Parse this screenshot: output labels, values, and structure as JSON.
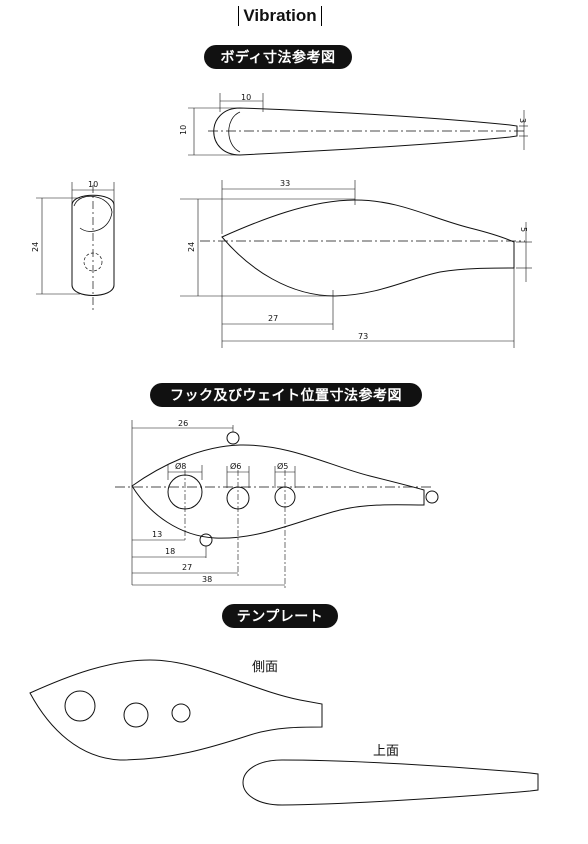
{
  "title": "Vibration",
  "sections": {
    "body_dims": "ボディ寸法参考図",
    "hook_weight": "フック及びウェイト位置寸法参考図",
    "template": "テンプレート"
  },
  "body_dims": {
    "top_view": {
      "length_nose": "10",
      "height": "10",
      "tail": "3"
    },
    "front_view": {
      "width": "10",
      "height": "24"
    },
    "side_view": {
      "top_peak": "33",
      "height": "24",
      "tail": "5",
      "bottom_low": "27",
      "total": "73"
    }
  },
  "hook_weight": {
    "hook_line_eye": "26",
    "hole1": "Ø8",
    "hole2": "Ø6",
    "hole3": "Ø5",
    "d13": "13",
    "d18": "18",
    "d27": "27",
    "d38": "38"
  },
  "template": {
    "side_label": "側面",
    "top_label": "上面"
  }
}
